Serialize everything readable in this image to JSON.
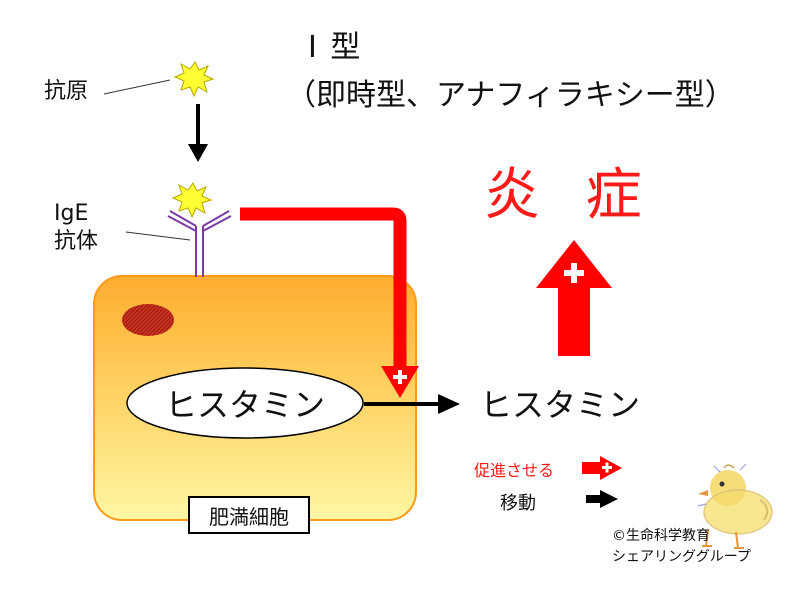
{
  "title": {
    "main": "Ⅰ 型",
    "sub": "（即時型、アナフィラキシー型）"
  },
  "labels": {
    "antigen": "抗原",
    "ige_line1": "IgE",
    "ige_line2": "抗体",
    "inflammation": "炎 症",
    "histamine_inside": "ヒスタミン",
    "histamine_outside": "ヒスタミン",
    "cell_name": "肥満細胞"
  },
  "legend": {
    "promote": "促進させる",
    "move": "移動"
  },
  "copyright": {
    "line1": "©生命科学教育",
    "line2": "シェアリンググループ"
  },
  "colors": {
    "red": "#ff0000",
    "cell_fill_top": "#ffb833",
    "cell_fill_bottom": "#fff59a",
    "cell_border": "#ff9a1a",
    "nucleus": "#c62a1a",
    "antibody": "#7b3aa6",
    "antigen": "#ffff33"
  }
}
